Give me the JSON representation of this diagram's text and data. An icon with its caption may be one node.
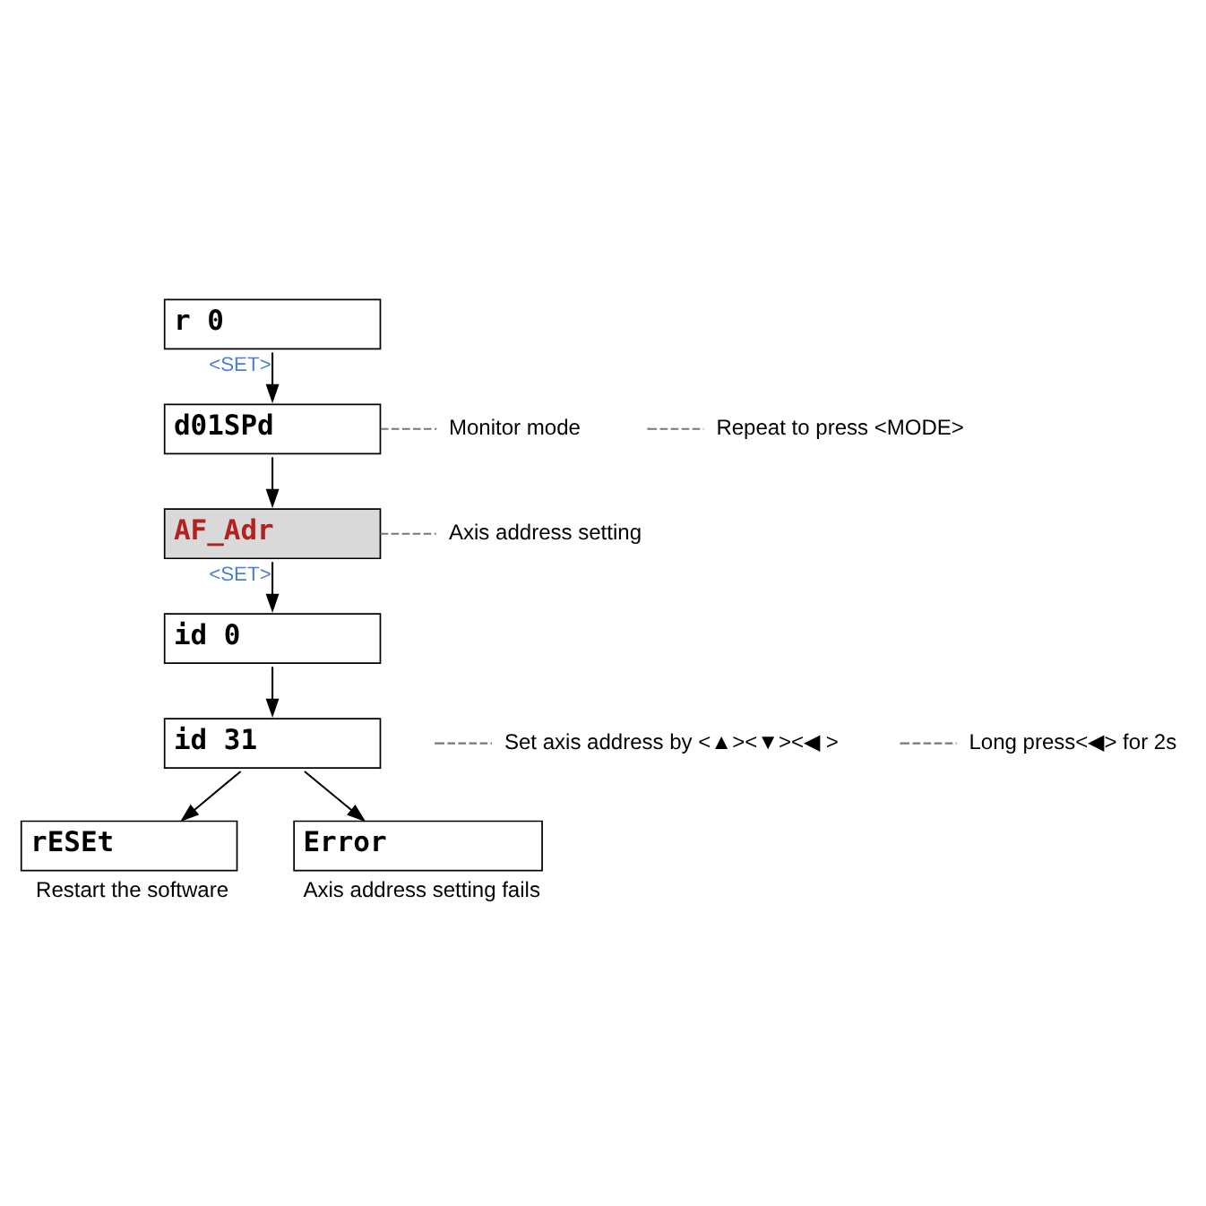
{
  "diagram": {
    "nodes": [
      {
        "text": [
          "r 0"
        ]
      },
      {
        "text": [
          "d01SPd"
        ]
      },
      {
        "text": [
          "AF_Adr"
        ]
      },
      {
        "text": [
          "id 0"
        ]
      },
      {
        "text": [
          "id 31"
        ]
      },
      {
        "text": [
          "rESEt"
        ],
        "beside": [
          "Restart the software"
        ]
      },
      {
        "text": [
          "Error"
        ],
        "beside": [
          "Axis address setting fails"
        ]
      },
      {
        "text": [
          "Monitor mode"
        ]
      },
      {
        "text": [
          "Repeat to press <MODE>"
        ]
      },
      {
        "text": [
          "Axis address setting"
        ]
      },
      {
        "text": [
          "Set axis address by <▲><▼><◀ >"
        ]
      },
      {
        "text": [
          "Long press<◀> for 2s"
        ]
      }
    ],
    "edges": [
      {
        "from": 0,
        "to": 1,
        "arrow": "to",
        "label": "<SET>"
      },
      {
        "from": 1,
        "to": 2,
        "arrow": "to"
      },
      {
        "from": 2,
        "to": 3,
        "arrow": "to",
        "label": "<SET>"
      },
      {
        "from": 3,
        "to": 4,
        "arrow": "to"
      },
      {
        "from": 4,
        "to": 5,
        "arrow": "to"
      },
      {
        "from": 4,
        "to": 6,
        "arrow": "to"
      },
      {
        "from": 7,
        "to": 1,
        "arrow": "none",
        "style": "dashed",
        "color": "#777777"
      },
      {
        "from": 8,
        "to": null,
        "arrow": "none",
        "style": "dashed",
        "color": "#777777"
      },
      {
        "from": 9,
        "to": 2,
        "arrow": "none",
        "style": "dashed",
        "color": "#777777"
      },
      {
        "from": 10,
        "to": null,
        "arrow": "none",
        "style": "dashed",
        "color": "#777777"
      },
      {
        "from": 11,
        "to": null,
        "arrow": "none",
        "style": "dashed",
        "color": "#777777"
      }
    ]
  }
}
